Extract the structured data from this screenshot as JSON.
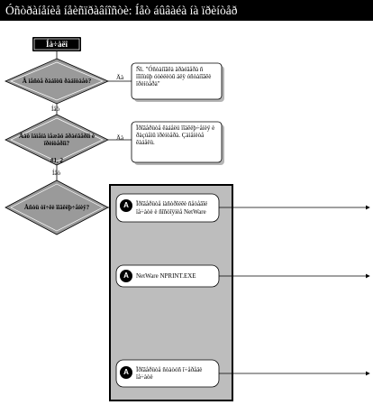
{
  "title": "Óñòðàíåíèå íåèñïðàâíîñòè: Íåò áûâàéà íà ïðèíòåð",
  "start_label": "Íà÷àëî",
  "colors": {
    "diamond_fill": "#9a9a9a",
    "start_fill": "#000000",
    "marker_fill": "#000000",
    "panel_fill": "#bdbdbd"
  },
  "decisions": [
    {
      "id": "d1",
      "text": "Â ìåñòå ðàáîòû ðàáîòàåò?"
    },
    {
      "id": "d2",
      "text": "Äàò îáìåíà ìåæäó äðàéâåðîì è ïðèíòåðîì?"
    },
    {
      "id": "d3",
      "text": "Åñòü òî÷êè ïîäêëþ÷åíèÿ?"
    }
  ],
  "edge_labels": {
    "d1_yes": "Äà",
    "d1_no": "Íåò",
    "d2_yes": "Äà",
    "d2_note": "#1, 2",
    "d2_no": "Íåò"
  },
  "notes": [
    {
      "id": "n1",
      "text": "Ñì. \"Óñòàíîâêà äðàéâåðà ñ ïîìîùüþ óòèëèòû äëÿ óñòàíîâêè ïðèíòåðà\""
    },
    {
      "id": "n2",
      "text": "Ïðîâåðüòå êàáåëü ïîäêëþ÷åíèÿ è ðàçúåìû ïðèíòåðà. Çàìåíèòå êàáåëü."
    }
  ],
  "steps": [
    {
      "marker": "A",
      "text": "Ïðîâåðüòå íàñòðîéêè ñåòåâîé ïå÷àòè è ñîñòîÿíèå NetWare"
    },
    {
      "marker": "A",
      "text": "NetWare NPRINT.EXE"
    },
    {
      "marker": "A",
      "text": "Ïðîâåðüòå ñòàòóñ î÷åðåäè ïå÷àòè"
    }
  ]
}
